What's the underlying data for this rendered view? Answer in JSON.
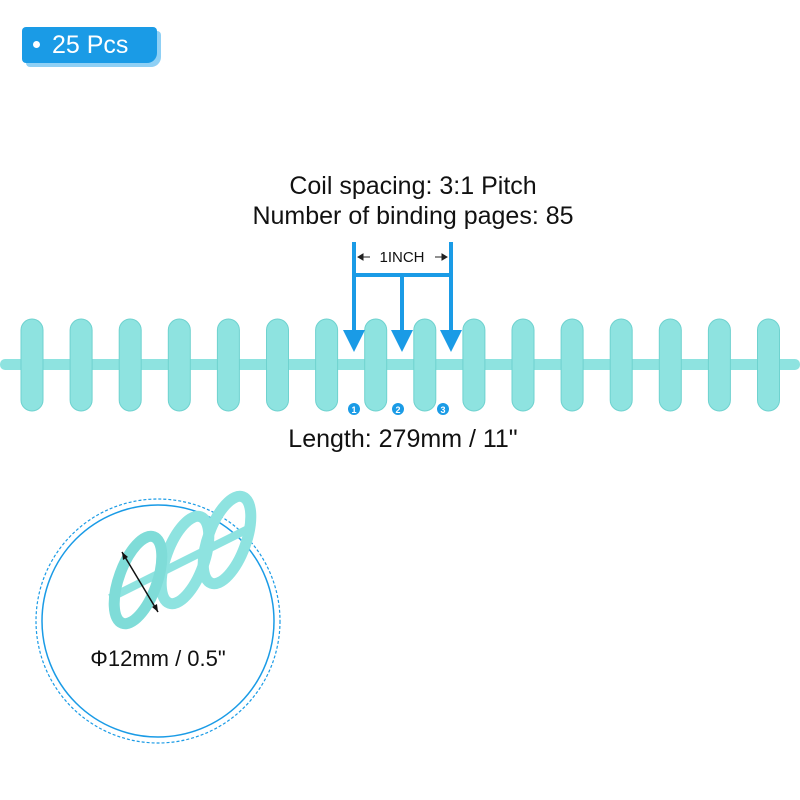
{
  "badge": {
    "label": "25 Pcs"
  },
  "specs": {
    "coil_spacing": "Coil spacing: 3:1 Pitch",
    "binding_pages": "Number of binding pages: 85",
    "inch_label": "1INCH",
    "markers": [
      "1",
      "2",
      "3"
    ],
    "length": "Length: 279mm / 11\"",
    "diameter": "Φ12mm / 0.5\""
  },
  "colors": {
    "accent": "#1a9be6",
    "coil": "#8ee3e0",
    "coil_dark": "#6fd2cf"
  }
}
